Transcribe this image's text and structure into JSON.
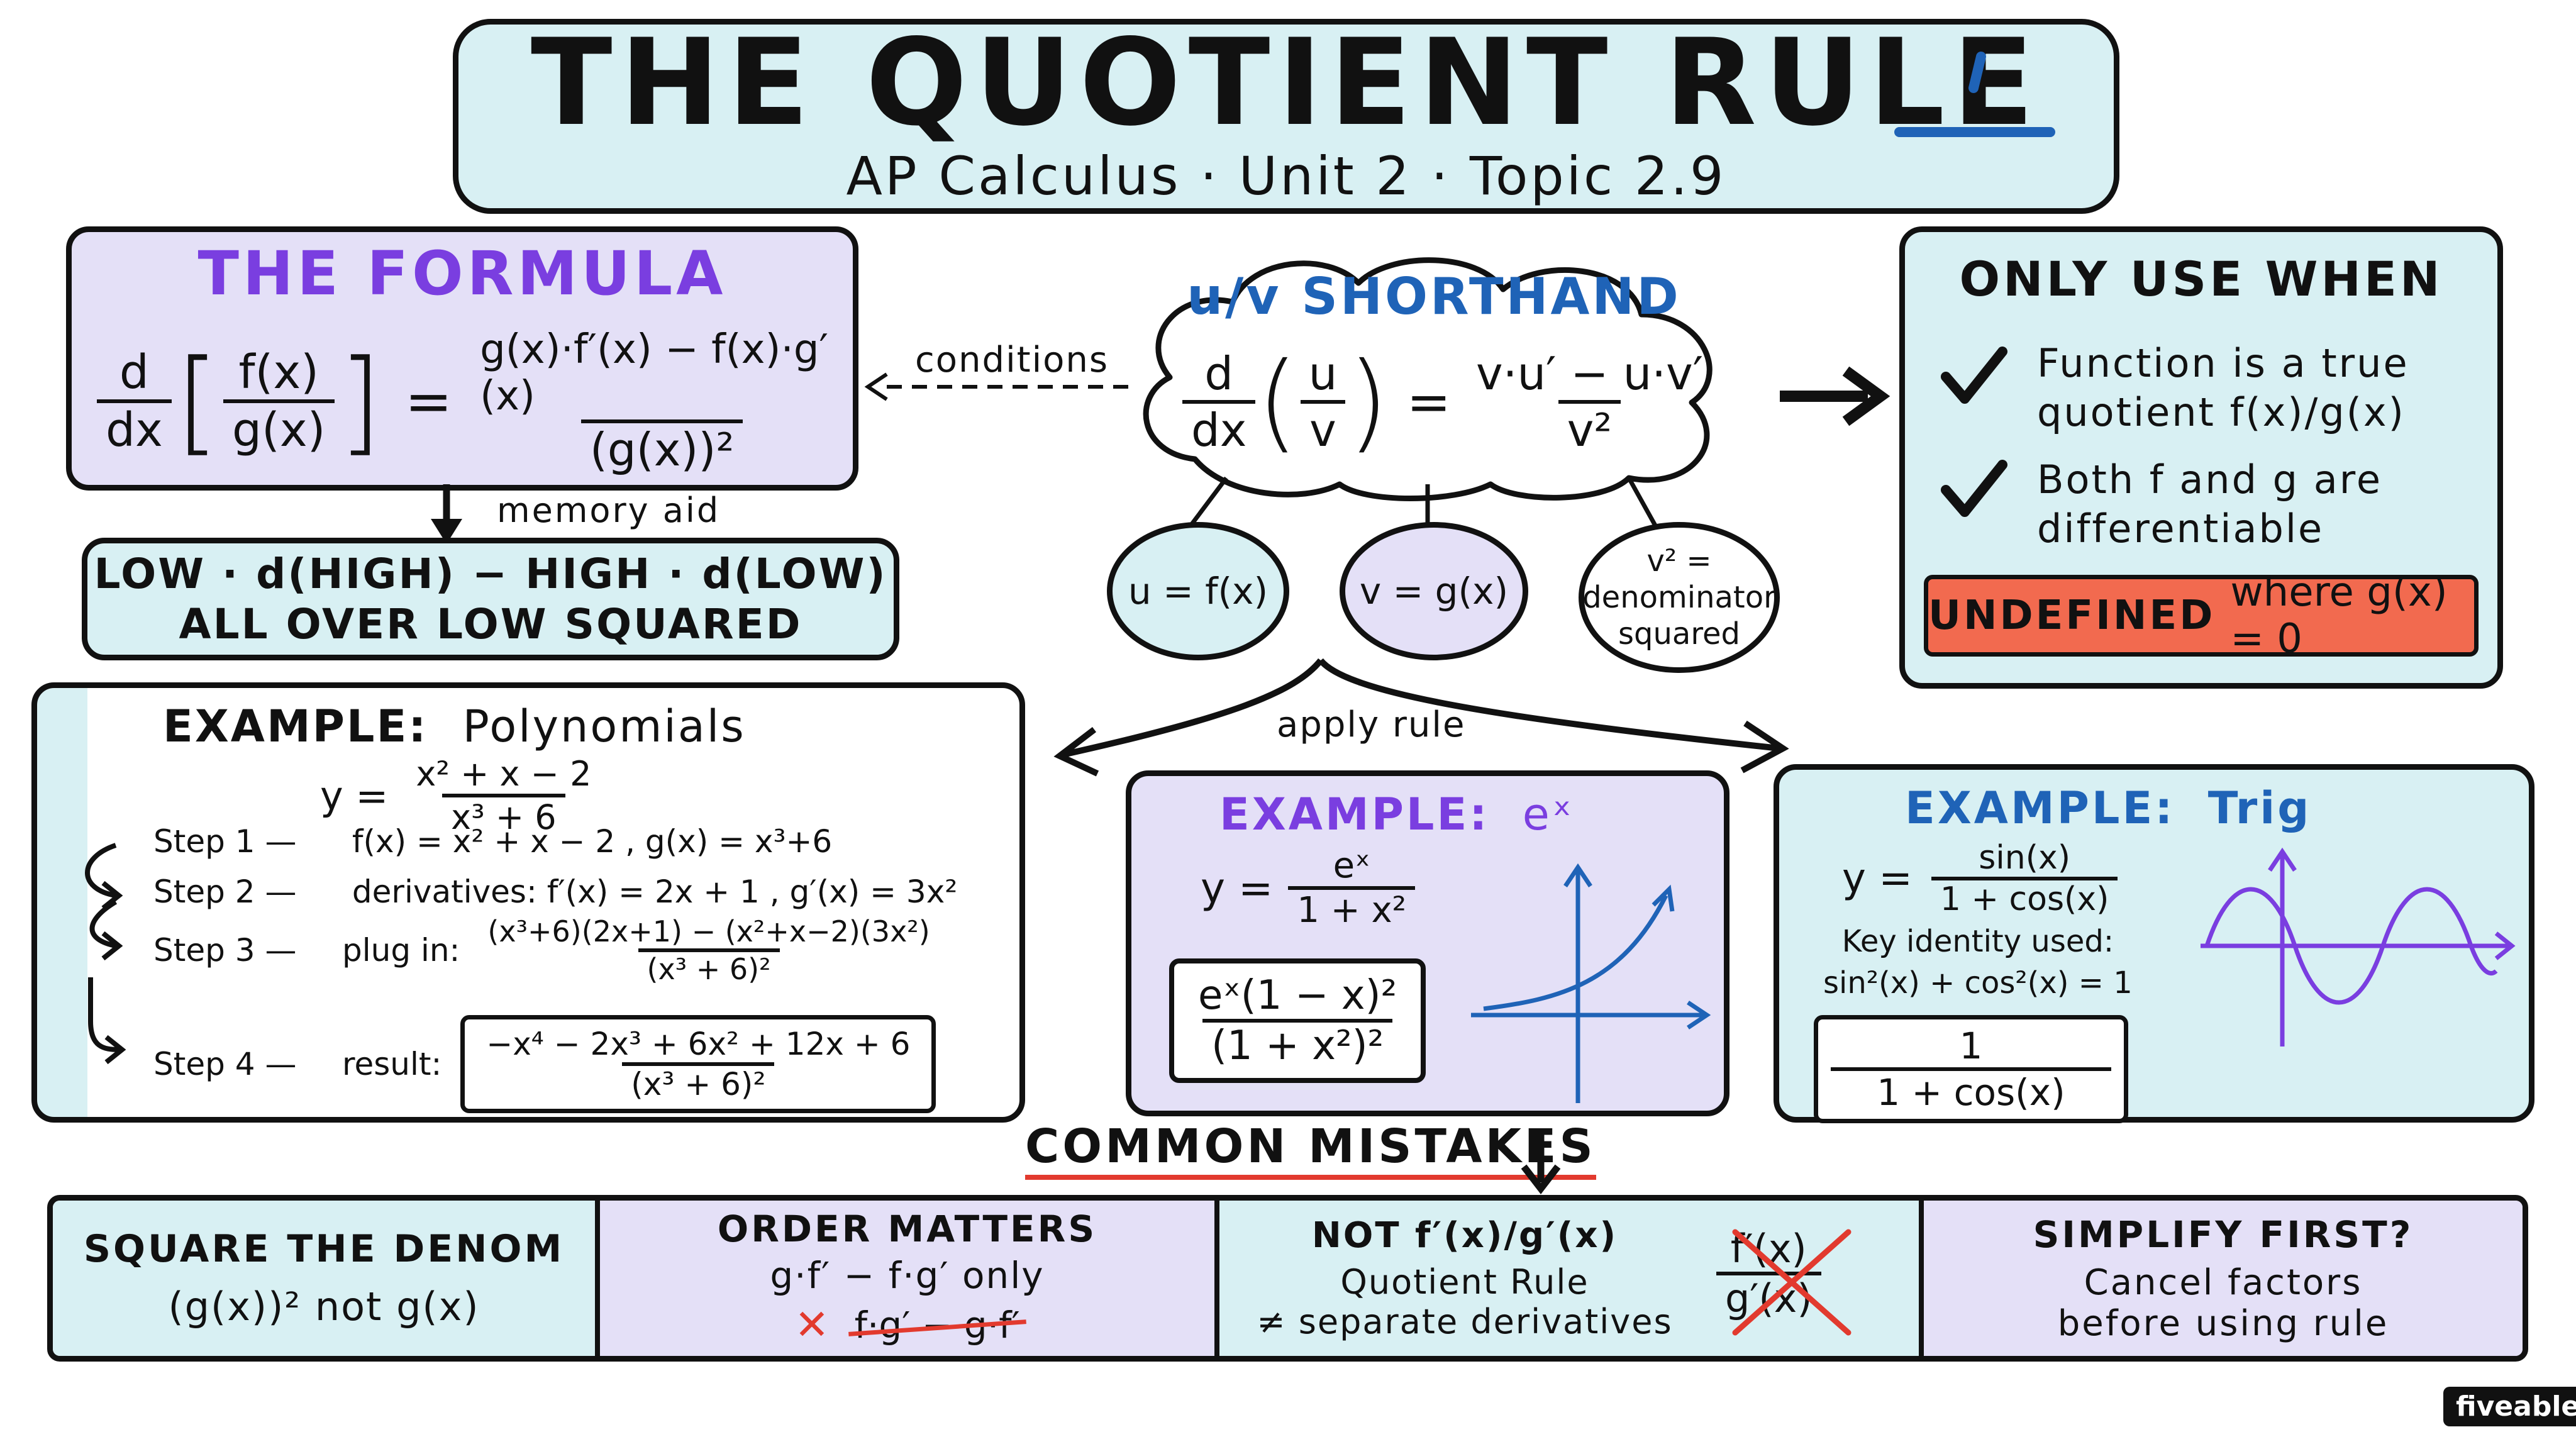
{
  "header": {
    "title": "THE QUOTIENT RULE",
    "subtitle": "AP Calculus · Unit 2 · Topic 2.9"
  },
  "formula": {
    "title": "THE FORMULA",
    "lhs_d": "d",
    "lhs_dx": "dx",
    "lhs_num": "f(x)",
    "lhs_den": "g(x)",
    "eq": "=",
    "rhs_num": "g(x)·f′(x) − f(x)·g′(x)",
    "rhs_den": "(g(x))²",
    "memory_label": "memory aid",
    "mnemonic_line1": "LOW · d(HIGH) − HIGH · d(LOW)",
    "mnemonic_line2": "ALL OVER LOW SQUARED",
    "conditions_label": "conditions"
  },
  "shorthand": {
    "title": "u/v SHORTHAND",
    "d": "d",
    "dx": "dx",
    "u": "u",
    "v": "v",
    "eq": "=",
    "num": "v·u′ − u·v′",
    "den": "v²",
    "bubble_u": "u = f(x)",
    "bubble_v": "v = g(x)",
    "bubble_v2_line1": "v² =",
    "bubble_v2_line2": "denominator",
    "bubble_v2_line3": "squared",
    "apply_label": "apply rule"
  },
  "only_use": {
    "title": "ONLY USE WHEN",
    "check1_line1": "Function is a true",
    "check1_line2": "quotient f(x)/g(x)",
    "check2_line1": "Both f and g are",
    "check2_line2": "differentiable",
    "undefined_bold": "UNDEFINED",
    "undefined_rest": "where g(x) = 0"
  },
  "poly": {
    "title_label": "EXAMPLE:",
    "title_name": "Polynomials",
    "y": "y =",
    "y_num": "x² + x − 2",
    "y_den": "x³ + 6",
    "step1_label": "Step 1 —",
    "step1_text": "f(x) = x² + x − 2 ,   g(x) = x³+6",
    "step2_label": "Step 2 —",
    "step2_text": "derivatives:  f′(x) = 2x + 1 ,   g′(x) = 3x²",
    "step3_label": "Step 3 —",
    "step3_prefix": "plug in:",
    "step3_num": "(x³+6)(2x+1) − (x²+x−2)(3x²)",
    "step3_den": "(x³ + 6)²",
    "step4_label": "Step 4 —",
    "step4_prefix": "result:",
    "step4_num": "−x⁴ − 2x³ + 6x² + 12x + 6",
    "step4_den": "(x³ + 6)²"
  },
  "exp_example": {
    "title_label": "EXAMPLE:",
    "title_name": "eˣ",
    "y": "y =",
    "y_num": "eˣ",
    "y_den": "1 + x²",
    "result_num": "eˣ(1 − x)²",
    "result_den": "(1 + x²)²"
  },
  "trig_example": {
    "title_label": "EXAMPLE:",
    "title_name": "Trig",
    "y": "y =",
    "y_num": "sin(x)",
    "y_den": "1 + cos(x)",
    "identity_label": "Key identity used:",
    "identity": "sin²(x) + cos²(x) = 1",
    "result_num": "1",
    "result_den": "1 + cos(x)"
  },
  "mistakes": {
    "title": "COMMON MISTAKES",
    "m1_title": "SQUARE THE DENOM",
    "m1_text": "(g(x))² not g(x)",
    "m2_title": "ORDER MATTERS",
    "m2_text": "g·f′ − f·g′ only",
    "m2_wrong": "f·g′ − g·f′",
    "m3_title": "NOT f′(x)/g′(x)",
    "m3_line1": "Quotient Rule",
    "m3_line2": "≠ separate derivatives",
    "m3_num": "f′(x)",
    "m3_den": "g′(x)",
    "m4_title": "SIMPLIFY FIRST?",
    "m4_line1": "Cancel factors",
    "m4_line2": "before using rule"
  },
  "brand": {
    "logo": "fiveable"
  },
  "colors": {
    "teal": "#d8f0f3",
    "lavender": "#e4e0f7",
    "purple": "#7a3ee0",
    "blue": "#1f63b7",
    "red": "#e23a2e",
    "undefined_bg": "#f26a4f"
  }
}
